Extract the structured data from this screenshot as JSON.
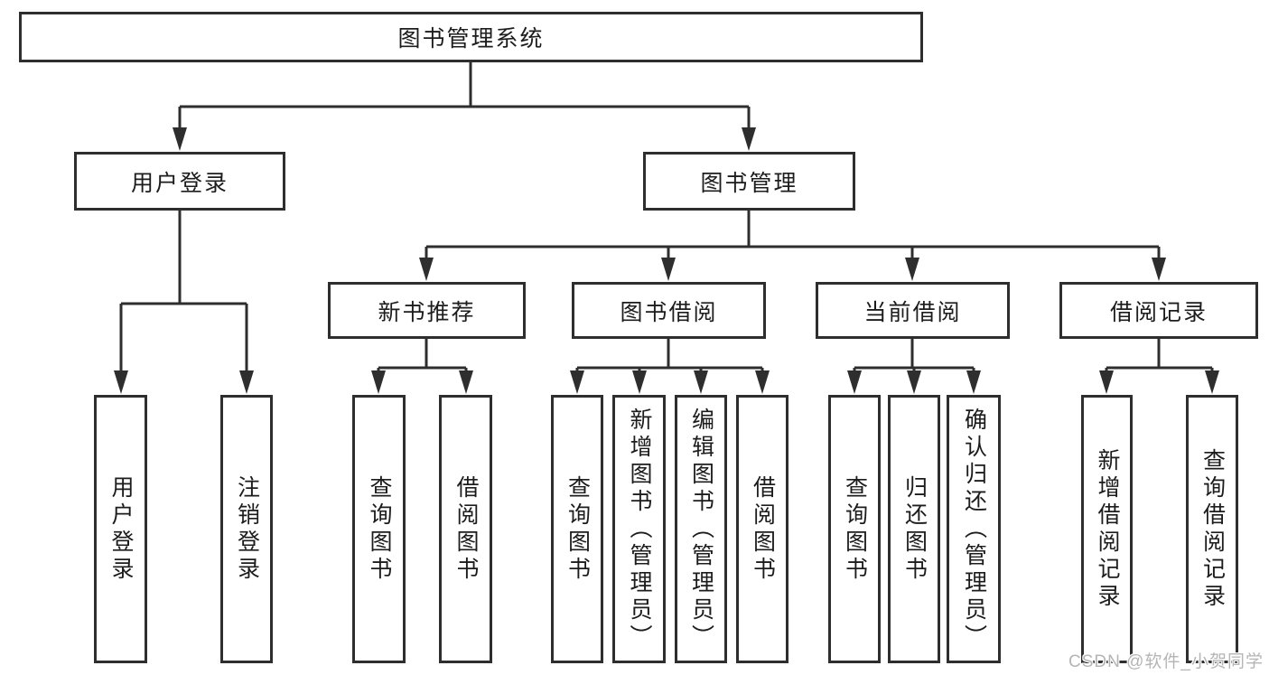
{
  "tree": {
    "root": {
      "label": "图书管理系统"
    },
    "children": [
      {
        "label": "用户登录",
        "children": [
          {
            "label": "用户登录"
          },
          {
            "label": "注销登录"
          }
        ]
      },
      {
        "label": "图书管理",
        "children": [
          {
            "label": "新书推荐",
            "children": [
              {
                "label": "查询图书"
              },
              {
                "label": "借阅图书"
              }
            ]
          },
          {
            "label": "图书借阅",
            "children": [
              {
                "label": "查询图书"
              },
              {
                "label": "新增图书（管理员）"
              },
              {
                "label": "编辑图书（管理员）"
              },
              {
                "label": "借阅图书"
              }
            ]
          },
          {
            "label": "当前借阅",
            "children": [
              {
                "label": "查询图书"
              },
              {
                "label": "归还图书"
              },
              {
                "label": "确认归还（管理员）"
              }
            ]
          },
          {
            "label": "借阅记录",
            "children": [
              {
                "label": "新增借阅记录"
              },
              {
                "label": "查询借阅记录"
              }
            ]
          }
        ]
      }
    ]
  },
  "watermark": {
    "text": "CSDN @软件_小贺同学"
  },
  "colors": {
    "line": "#2e2e2e",
    "text": "#1c1c1c",
    "watermark": "#b5b5b5",
    "background": "#ffffff"
  }
}
